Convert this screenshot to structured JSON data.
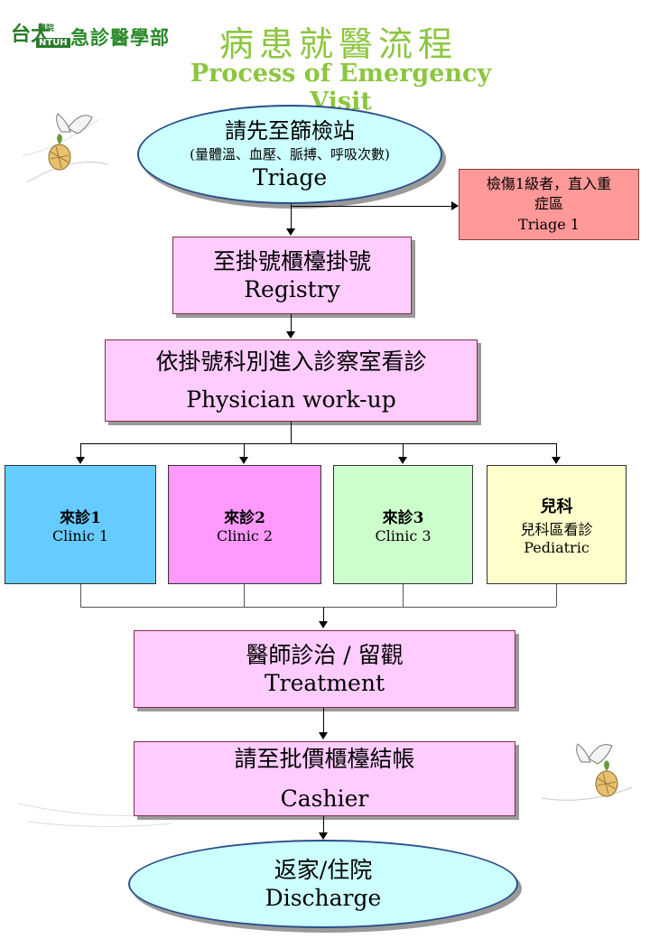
{
  "header": {
    "logo_mark": "台大",
    "logo_hospital": "醫院",
    "logo_ntuh": "NTUH",
    "department": "急診醫學部",
    "title_cn": "病患就醫流程",
    "title_en": "Process of Emergency Visit"
  },
  "flow": {
    "triage": {
      "cn": "請先至篩檢站",
      "detail": "(量體溫、血壓、脈搏、呼吸次數)",
      "en": "Triage"
    },
    "triage1": {
      "cn_line1": "檢傷1級者，直入重",
      "cn_line2": "症區",
      "en": "Triage 1"
    },
    "registry": {
      "cn": "至掛號櫃檯掛號",
      "en": "Registry"
    },
    "physician": {
      "cn": "依掛號科別進入診察室看診",
      "en": "Physician work-up"
    },
    "clinics": [
      {
        "cn": "來診1",
        "en": "Clinic 1",
        "color": "#66ccff"
      },
      {
        "cn": "來診2",
        "en": "Clinic 2",
        "color": "#ff99ff"
      },
      {
        "cn": "來診3",
        "en": "Clinic 3",
        "color": "#ccffcc"
      },
      {
        "cn": "兒科",
        "cn2": "兒科區看診",
        "en": "Pediatric",
        "color": "#ffffcc"
      }
    ],
    "treatment": {
      "cn": "醫師診治 / 留觀",
      "en": "Treatment"
    },
    "cashier": {
      "cn": "請至批價櫃檯結帳",
      "en": "Cashier"
    },
    "discharge": {
      "cn": "返家/住院",
      "en": "Discharge"
    }
  },
  "colors": {
    "title_green": "#8cc63f",
    "box_pink": "#ffccff",
    "ellipse_cyan": "#ccffff",
    "triage1_red": "#ff9999"
  }
}
